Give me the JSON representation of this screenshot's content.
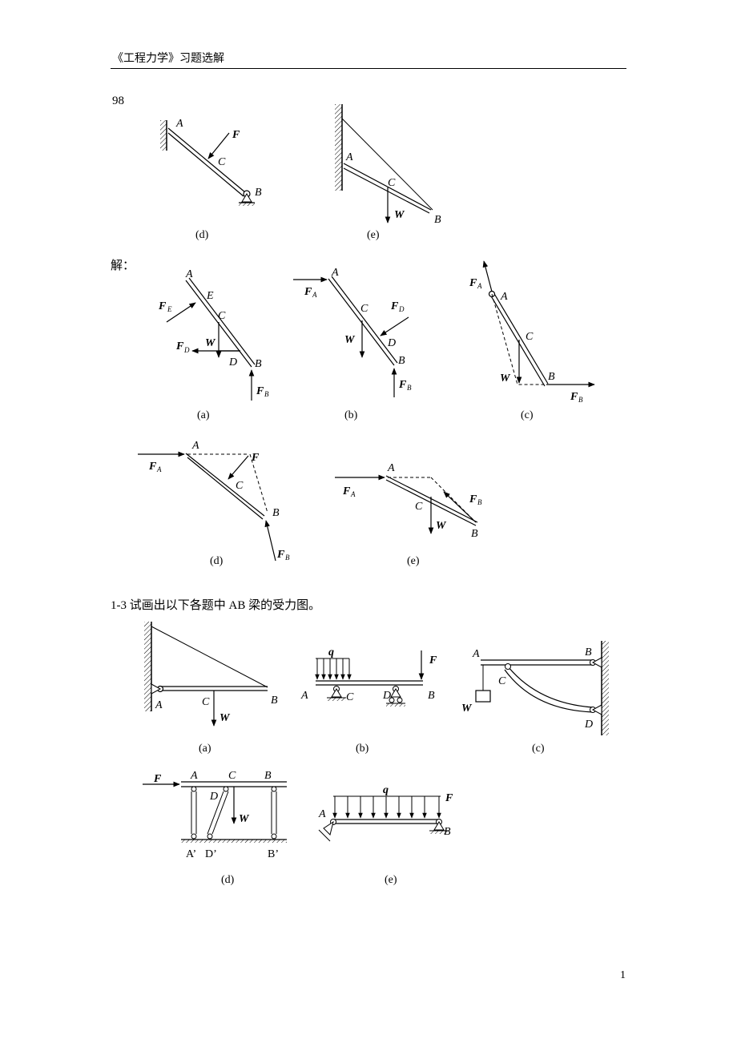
{
  "header": {
    "title": "《工程力学》习题选解"
  },
  "page_ref": "98",
  "solution_label": "解：",
  "section_heading": "1-3  试画出以下各题中 AB 梁的受力图。",
  "page_number": "1",
  "captions": {
    "a": "(a)",
    "b": "(b)",
    "c": "(c)",
    "d": "(d)",
    "e": "(e)"
  },
  "labels": {
    "A": "A",
    "B": "B",
    "C": "C",
    "D": "D",
    "E": "E",
    "F": "F",
    "W": "W",
    "q": "q",
    "A_prime": "A’",
    "D_prime": "D’",
    "B_prime": "B’",
    "sub_A": "A",
    "sub_B": "B",
    "sub_D": "D",
    "sub_E": "E"
  }
}
